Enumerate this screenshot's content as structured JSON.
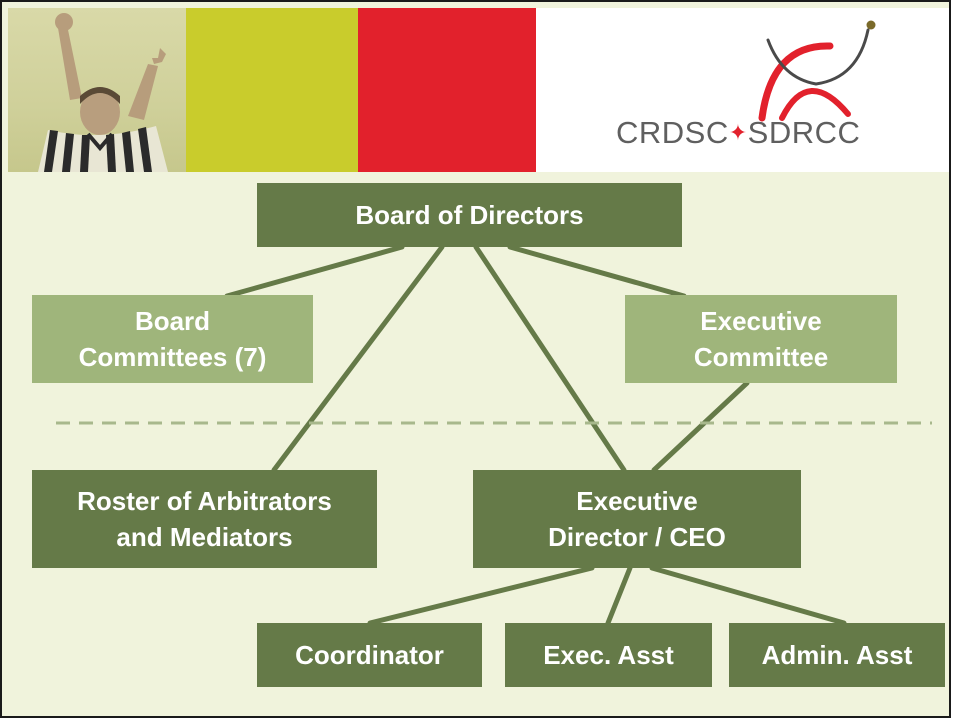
{
  "colors": {
    "slide_background": "#f0f3dc",
    "dark_node": "#657a48",
    "light_node": "#9fb57b",
    "connector": "#657a48",
    "banner_yellow": "#c9cc2c",
    "banner_red": "#e2212c"
  },
  "banner": {
    "logo_text": "CRDSC SDRCC",
    "logo_left": "CRDSC",
    "logo_right": "SDRCC",
    "photo": "referee-signalling-photo",
    "logo_icon": "maple-leaf-icon"
  },
  "org_chart": {
    "nodes": {
      "board": "Board of Directors",
      "board_committees_line1": "Board",
      "board_committees_line2": "Committees (7)",
      "executive_committee_line1": "Executive",
      "executive_committee_line2": "Committee",
      "roster_line1": "Roster of Arbitrators",
      "roster_line2": "and Mediators",
      "executive_director_line1": "Executive",
      "executive_director_line2": "Director / CEO",
      "coordinator": "Coordinator",
      "exec_asst": "Exec. Asst",
      "admin_asst": "Admin. Asst"
    },
    "edges": [
      [
        "Board of Directors",
        "Board Committees (7)"
      ],
      [
        "Board of Directors",
        "Executive Committee"
      ],
      [
        "Board of Directors",
        "Roster of Arbitrators and Mediators"
      ],
      [
        "Board of Directors",
        "Executive Director / CEO"
      ],
      [
        "Executive Committee",
        "Executive Director / CEO"
      ],
      [
        "Executive Director / CEO",
        "Coordinator"
      ],
      [
        "Executive Director / CEO",
        "Exec. Asst"
      ],
      [
        "Executive Director / CEO",
        "Admin. Asst"
      ]
    ]
  }
}
